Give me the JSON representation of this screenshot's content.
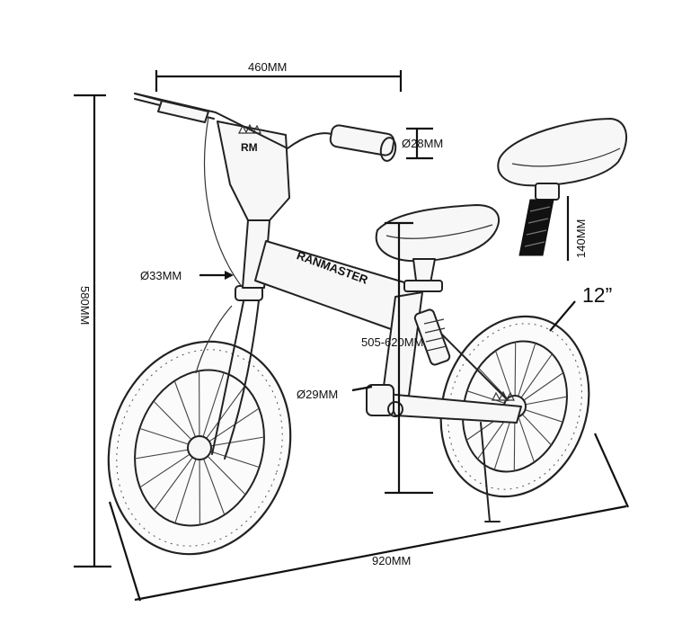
{
  "diagram": {
    "labels": {
      "handlebar_width": "460MM",
      "grip_diameter": "Ø28MM",
      "seatpost_length": "140MM",
      "overall_height": "580MM",
      "frame_tube_diameter": "Ø33MM",
      "wheel_size": "12”",
      "seat_height": "505-620MM",
      "axle_tube_diameter": "Ø29MM",
      "overall_length": "920MM"
    },
    "frame_decals": {
      "brand": "RANMASTER",
      "head_badge": "RM"
    }
  }
}
